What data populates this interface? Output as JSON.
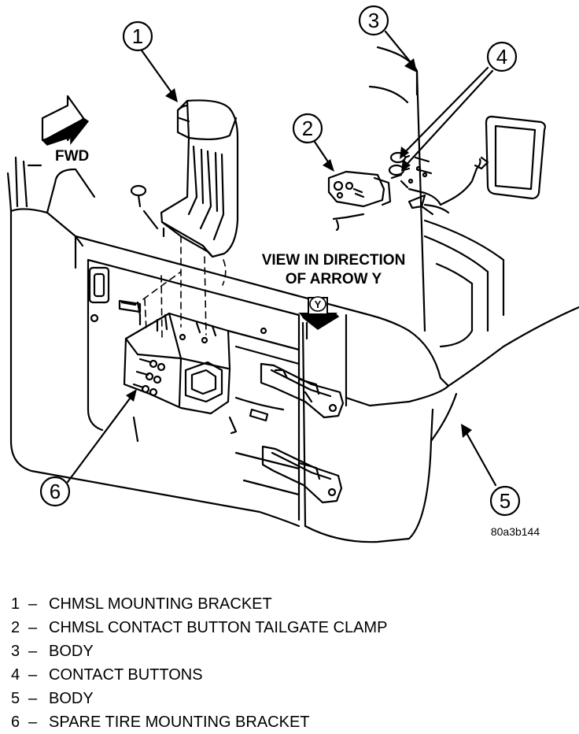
{
  "callouts": {
    "c1": "1",
    "c2": "2",
    "c3": "3",
    "c4": "4",
    "c5": "5",
    "c6": "6"
  },
  "labels": {
    "fwd": "FWD",
    "view_line1": "VIEW IN DIRECTION",
    "view_line2": "OF ARROW Y",
    "arrow_letter": "Y",
    "figure_code": "80a3b144"
  },
  "legend": [
    {
      "num": "1",
      "dash": "–",
      "text": "CHMSL MOUNTING BRACKET"
    },
    {
      "num": "2",
      "dash": "–",
      "text": "CHMSL CONTACT BUTTON TAILGATE CLAMP"
    },
    {
      "num": "3",
      "dash": "–",
      "text": "BODY"
    },
    {
      "num": "4",
      "dash": "–",
      "text": "CONTACT BUTTONS"
    },
    {
      "num": "5",
      "dash": "–",
      "text": "BODY"
    },
    {
      "num": "6",
      "dash": "–",
      "text": "SPARE TIRE MOUNTING BRACKET"
    }
  ]
}
